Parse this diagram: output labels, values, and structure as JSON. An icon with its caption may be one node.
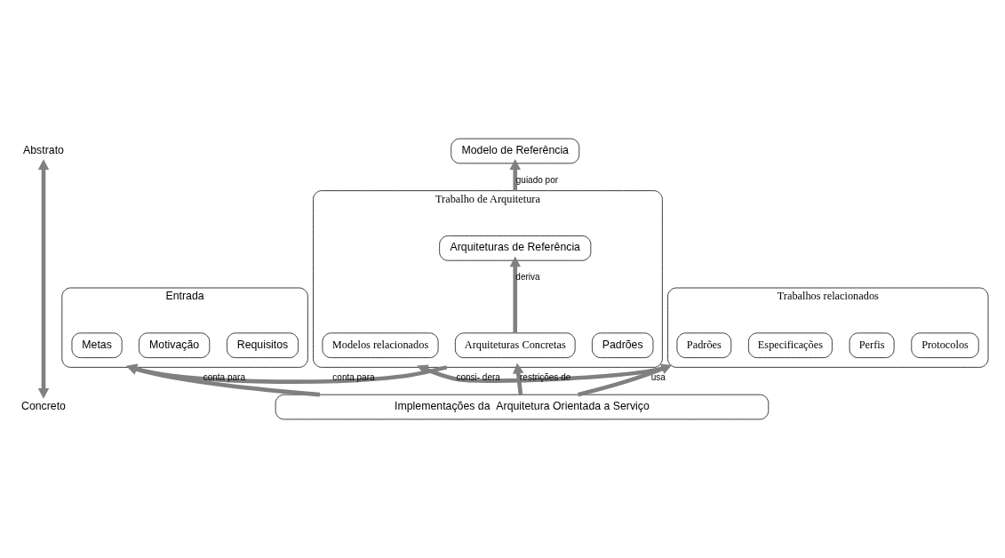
{
  "diagram": {
    "nodes": [
      {
        "text": [
          "Modelo de Referência"
        ]
      },
      {
        "text": [
          "Entrada"
        ]
      },
      {
        "text": [
          "Requisitos"
        ],
        "in": 1
      },
      {
        "text": [
          "Motivação"
        ],
        "in": 1
      },
      {
        "text": [
          "Metas"
        ],
        "in": 1
      },
      {
        "text": [
          "Trabalho de Arquitetura"
        ]
      },
      {
        "text": [
          "Arquiteturas de Referência"
        ],
        "in": 5
      },
      {
        "text": [
          "Padrões"
        ],
        "in": 5
      },
      {
        "text": [
          "Arquiteturas Concretas"
        ],
        "in": 5
      },
      {
        "text": [
          "Modelos relacionados"
        ],
        "in": 5
      },
      {
        "text": [
          "Trabalhos relacionados"
        ]
      },
      {
        "text": [
          "Protocolos"
        ],
        "in": 10
      },
      {
        "text": [
          "Perfis"
        ],
        "in": 10
      },
      {
        "text": [
          "Especificações"
        ],
        "in": 10
      },
      {
        "text": [
          "Padrões"
        ],
        "in": 10
      },
      {
        "text": [
          "Implementações da  Arquitetura Orientada a Serviço"
        ]
      },
      {
        "text": [
          "Abstrato"
        ]
      },
      {
        "text": [
          "Concreto"
        ]
      }
    ],
    "edges": [
      {
        "from": 5,
        "to": 0,
        "arrow": "to",
        "label": "guiado por"
      },
      {
        "from": 5,
        "to": 1,
        "arrow": "to",
        "label": "conta para"
      },
      {
        "from": 10,
        "to": 5,
        "arrow": "to",
        "label": "consi- dera"
      },
      {
        "from": 8,
        "to": 6,
        "arrow": "to",
        "label": "deriva"
      },
      {
        "from": 15,
        "to": 1,
        "arrow": "to",
        "label": "conta para"
      },
      {
        "from": 15,
        "to": 5,
        "arrow": "to",
        "label": "restrições de"
      },
      {
        "from": 15,
        "to": 10,
        "arrow": "to",
        "label": "usa"
      },
      {
        "from": 16,
        "to": 17,
        "arrow": "both"
      }
    ]
  }
}
